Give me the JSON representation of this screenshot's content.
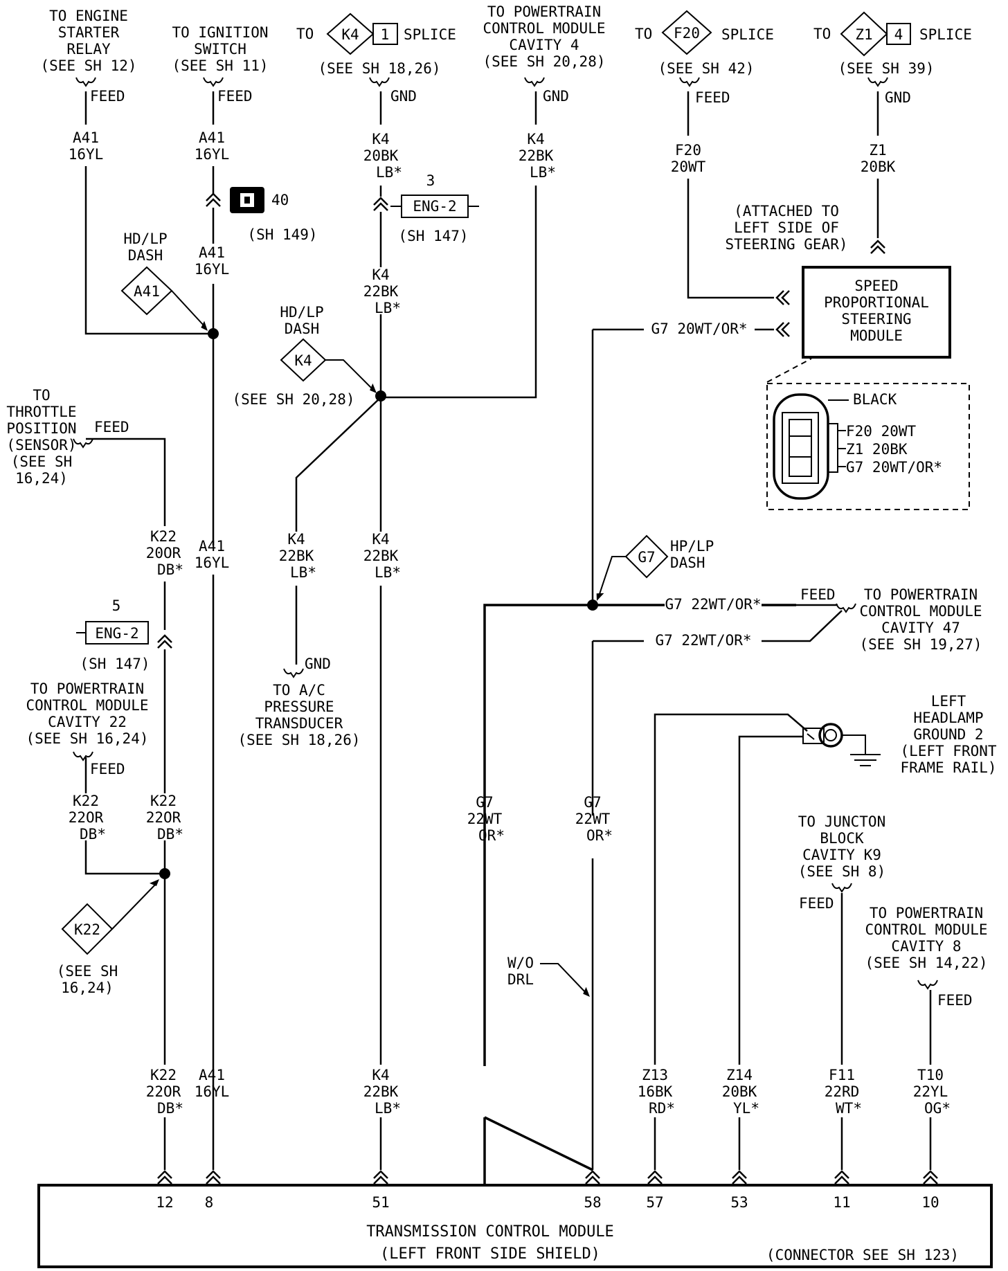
{
  "top_sources": {
    "engine_starter_relay": {
      "lines": [
        "TO ENGINE",
        "STARTER",
        "RELAY",
        "(SEE SH 12)"
      ],
      "feed": "FEED"
    },
    "ignition_switch": {
      "lines": [
        "TO IGNITION",
        "SWITCH",
        "(SEE SH 11)"
      ],
      "feed": "FEED"
    },
    "k4_splice": {
      "to": "TO",
      "badge": "K4",
      "num": "1",
      "splice": "SPLICE",
      "see": "(SEE SH 18,26)",
      "gnd": "GND"
    },
    "pcm_cavity4": {
      "lines": [
        "TO POWERTRAIN",
        "CONTROL MODULE",
        "CAVITY 4",
        "(SEE SH 20,28)"
      ],
      "gnd": "GND"
    },
    "f20_splice": {
      "to": "TO",
      "badge": "F20",
      "splice": "SPLICE",
      "see": "(SEE SH 42)",
      "feed": "FEED"
    },
    "z1_splice": {
      "to": "TO",
      "badge": "Z1",
      "num": "4",
      "splice": "SPLICE",
      "see": "(SEE SH 39)",
      "gnd": "GND"
    }
  },
  "wire_labels": {
    "a41_top1": [
      "A41",
      "16YL"
    ],
    "a41_top2": [
      "A41",
      "16YL"
    ],
    "a41_mid": [
      "A41",
      "16YL"
    ],
    "a41_low": [
      "A41",
      "16YL"
    ],
    "a41_bottom": [
      "A41",
      "16YL"
    ],
    "k4_top1": [
      "K4",
      "20BK",
      "LB*"
    ],
    "k4_mid1": [
      "K4",
      "22BK",
      "LB*"
    ],
    "k4_top2": [
      "K4",
      "22BK",
      "LB*"
    ],
    "k4_branch": [
      "K4",
      "22BK",
      "LB*"
    ],
    "k4_trunk": [
      "K4",
      "22BK",
      "LB*"
    ],
    "k4_bottom": [
      "K4",
      "22BK",
      "LB*"
    ],
    "f20": [
      "F20",
      "20WT"
    ],
    "z1": [
      "Z1",
      "20BK"
    ],
    "k22_top": [
      "K22",
      "20OR",
      "DB*"
    ],
    "k22_left": [
      "K22",
      "22OR",
      "DB*"
    ],
    "k22_right": [
      "K22",
      "22OR",
      "DB*"
    ],
    "k22_bottom": [
      "K22",
      "22OR",
      "DB*"
    ],
    "g7_left": [
      "G7",
      "22WT",
      "OR*"
    ],
    "g7_right": [
      "G7",
      "22WT",
      "OR*"
    ],
    "z13": [
      "Z13",
      "16BK",
      "RD*"
    ],
    "z14": [
      "Z14",
      "20BK",
      "YL*"
    ],
    "f11": [
      "F11",
      "22RD",
      "WT*"
    ],
    "t10": [
      "T10",
      "22YL",
      "OG*"
    ],
    "g7_20": "G7 20WT/OR*",
    "g7_22a": "G7 22WT/OR*",
    "g7_22b": "G7 22WT/OR*"
  },
  "connectors": {
    "c40": {
      "num": "40",
      "see": "(SH 149)"
    },
    "eng2_k4": {
      "num": "3",
      "label": "ENG-2",
      "see": "(SH 147)"
    },
    "eng2_k22": {
      "num": "5",
      "label": "ENG-2",
      "see": "(SH 147)"
    }
  },
  "splice_badges": {
    "a41": {
      "badge": "A41",
      "lines": [
        "HD/LP",
        "DASH"
      ]
    },
    "k4": {
      "badge": "K4",
      "lines": [
        "HD/LP",
        "DASH"
      ],
      "see": "(SEE SH 20,28)"
    },
    "g7": {
      "badge": "G7",
      "lines": [
        "HP/LP",
        "DASH"
      ]
    },
    "k22": {
      "badge": "K22",
      "see": [
        "(SEE SH",
        "16,24)"
      ]
    }
  },
  "spsm": {
    "title": [
      "SPEED",
      "PROPORTIONAL",
      "STEERING",
      "MODULE"
    ],
    "attached": [
      "(ATTACHED TO",
      "LEFT SIDE OF",
      "STEERING GEAR)"
    ],
    "connector_color": "BLACK",
    "pins": [
      "F20 20WT",
      "Z1 20BK",
      "G7 20WT/OR*"
    ]
  },
  "side_labels": {
    "tps": {
      "lines": [
        "TO",
        "THROTTLE",
        "POSITION",
        "(SENSOR)",
        "(SEE SH",
        "16,24)"
      ],
      "feed": "FEED"
    },
    "pcm_cavity22": {
      "lines": [
        "TO POWERTRAIN",
        "CONTROL MODULE",
        "CAVITY 22",
        "(SEE SH 16,24)"
      ],
      "feed": "FEED"
    },
    "ac_transducer": {
      "lines": [
        "TO A/C",
        "PRESSURE",
        "TRANSDUCER",
        "(SEE SH 18,26)"
      ],
      "gnd": "GND"
    },
    "pcm_cavity47": {
      "lines": [
        "TO POWERTRAIN",
        "CONTROL MODULE",
        "CAVITY 47",
        "(SEE SH 19,27)"
      ],
      "feed": "FEED"
    },
    "headlamp_ground": {
      "lines": [
        "LEFT",
        "HEADLAMP",
        "GROUND 2",
        "(LEFT FRONT",
        "FRAME RAIL)"
      ]
    },
    "junction_block": {
      "lines": [
        "TO JUNCTON",
        "BLOCK",
        "CAVITY K9",
        "(SEE SH 8)"
      ],
      "feed": "FEED"
    },
    "pcm_cavity8": {
      "lines": [
        "TO POWERTRAIN",
        "CONTROL MODULE",
        "CAVITY 8",
        "(SEE SH 14,22)"
      ],
      "feed": "FEED"
    },
    "wo_drl": [
      "W/O",
      "DRL"
    ]
  },
  "tcm": {
    "title": "TRANSMISSION CONTROL MODULE",
    "subtitle": "(LEFT FRONT SIDE SHIELD)",
    "connector_note": "(CONNECTOR SEE SH 123)",
    "pins": [
      "12",
      "8",
      "51",
      "58",
      "57",
      "53",
      "11",
      "10"
    ]
  }
}
